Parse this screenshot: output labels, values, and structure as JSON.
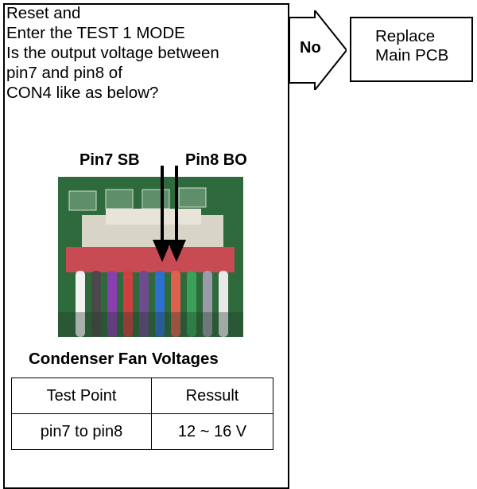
{
  "question": {
    "lines": [
      "Reset and",
      "Enter the TEST 1 MODE",
      "Is the output voltage between",
      "pin7 and pin8 of",
      "CON4 like as below?"
    ]
  },
  "branch": {
    "label": "No"
  },
  "result": {
    "lines": [
      "Replace",
      "Main PCB"
    ]
  },
  "photo": {
    "pin7_label": "Pin7 SB",
    "pin8_label": "Pin8 BO",
    "colors": {
      "board": "#2f6a3c",
      "connector": "#c84a52",
      "connector_shell": "#d9d4c8",
      "wires": [
        "#f2f2f2",
        "#4a4a4a",
        "#8a3fb0",
        "#d03f3f",
        "#6f4a8f",
        "#2d6fd0",
        "#e06050",
        "#3aa05a",
        "#9a9aa8",
        "#e8e8e8"
      ]
    }
  },
  "table": {
    "title": "Condenser Fan Voltages",
    "headers": [
      "Test Point",
      "Ressult"
    ],
    "rows": [
      [
        "pin7 to pin8",
        "12 ~ 16 V"
      ]
    ]
  }
}
